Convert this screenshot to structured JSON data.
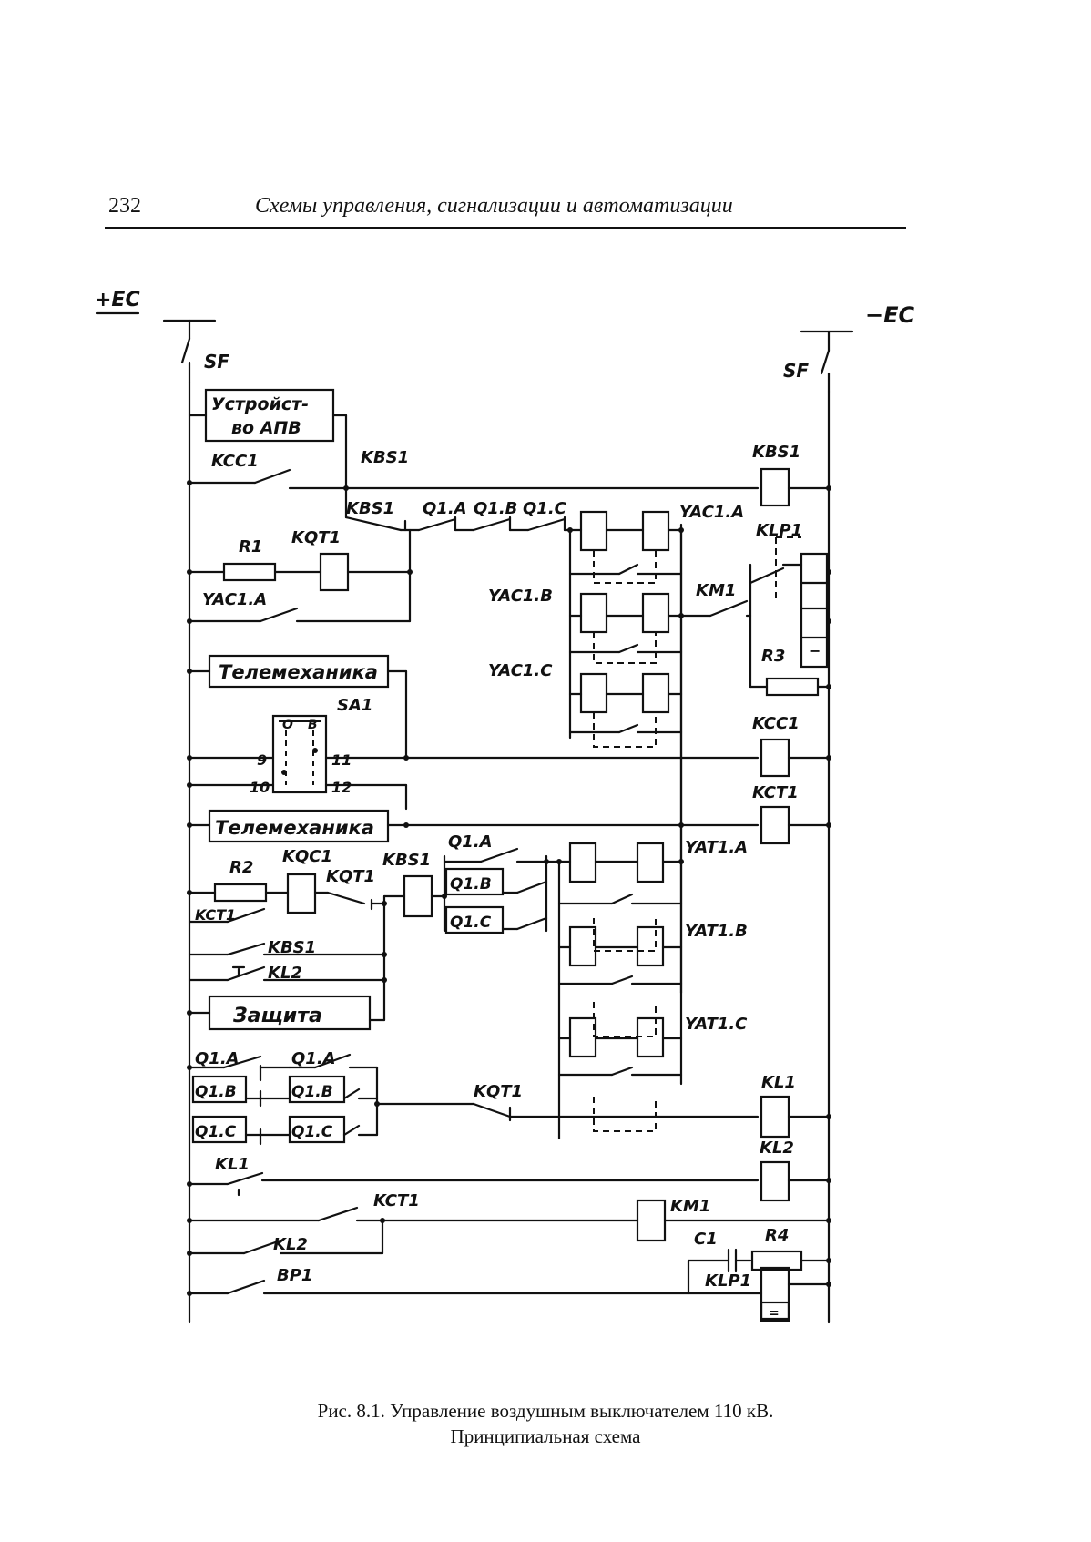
{
  "header": {
    "page_number": "232",
    "running_title": "Схемы управления, сигнализации и автоматизации"
  },
  "schematic": {
    "bus_left": "+EC",
    "bus_right": "−EC",
    "breaker_left": "SF",
    "breaker_right": "SF",
    "block_apv": [
      "Устройст-",
      "во АПВ"
    ],
    "block_telemech_1": "Телемеханика",
    "block_telemech_2": "Телемеханика",
    "block_protection": "Защита",
    "labels": {
      "kcc1_contact": "KCC1",
      "kbs1_upper": "KBS1",
      "kbs1_coil": "KBS1",
      "kbs1_contact": "KBS1",
      "q1a": "Q1.A",
      "q1b": "Q1.B",
      "q1c": "Q1.C",
      "yac1a": "YAC1.A",
      "yac1b": "YAC1.B",
      "yac1c": "YAC1.C",
      "klp1_top": "KLP1",
      "r1": "R1",
      "kqt1_coil": "KQT1",
      "yac1a_contact": "YAC1.A",
      "km1_contact": "KM1",
      "r3": "R3",
      "sa1": "SA1",
      "sa1_o": "О",
      "sa1_v": "В",
      "sa1_9": "9",
      "sa1_10": "10",
      "sa1_11": "11",
      "sa1_12": "12",
      "kcc1_coil": "KCC1",
      "kct1_coil": "KCT1",
      "yat1a": "YAT1.A",
      "yat1b": "YAT1.B",
      "yat1c": "YAT1.C",
      "r2": "R2",
      "kqc1": "KQC1",
      "kqt1_contact": "KQT1",
      "kbs1_coil2": "KBS1",
      "q1a_t": "Q1.A",
      "q1b_t": "Q1.B",
      "q1c_t": "Q1.C",
      "kct1_contact": "KCT1",
      "kbs1_contact2": "KBS1",
      "kl2_contact": "KL2",
      "q1a_l": "Q1.A",
      "q1a_r": "Q1.A",
      "q1b_l": "Q1.B",
      "q1b_r": "Q1.B",
      "q1c_l": "Q1.C",
      "q1c_r": "Q1.C",
      "kqt1_bottom": "KQT1",
      "kl1_coil": "KL1",
      "kl1_contact": "KL1",
      "kl2_coil": "KL2",
      "kct1_bottom": "KCT1",
      "km1_coil": "KM1",
      "kl2_bottom": "KL2",
      "c1": "C1",
      "r4": "R4",
      "bp1": "BP1",
      "klp1_bottom": "KLP1",
      "minus_sign": "−",
      "equals_sign": "="
    }
  },
  "caption": {
    "line1": "Рис. 8.1. Управление воздушным выключателем 110 кВ.",
    "line2": "Принципиальная схема"
  }
}
